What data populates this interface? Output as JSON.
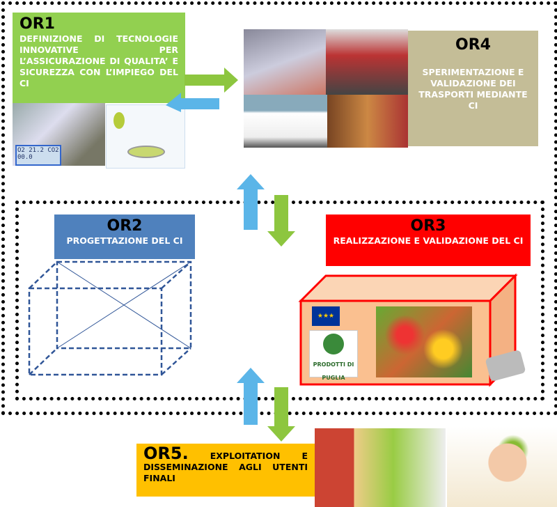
{
  "or1": {
    "title": "OR1",
    "text": "DEFINIZIONE DI TECNOLOGIE INNOVATIVE PER L’ASSICURAZIONE DI QUALITA’ E SICUREZZA CON L’IMPIEGO DEL CI",
    "sensor_readout": "O2 21.2 CO2 00.0"
  },
  "or2": {
    "title": "OR2",
    "text": "PROGETTAZIONE DEL CI"
  },
  "or3": {
    "title": "OR3",
    "text": "REALIZZAZIONE E VALIDAZIONE DEL CI",
    "logo": "PRODOTTI DI PUGLIA"
  },
  "or4": {
    "title": "OR4",
    "text": "SPERIMENTAZIONE E VALIDAZIONE DEI TRASPORTI MEDIANTE CI"
  },
  "or5": {
    "title": "OR5.",
    "text": "EXPLOITATION E DISSEMINAZIONE AGLI UTENTI FINALI"
  },
  "colors": {
    "green": "#92d050",
    "blue": "#4f81bd",
    "red": "#ff0000",
    "tan": "#c4bd97",
    "yellow": "#ffc000",
    "arrow_blue": "#5bb5e8",
    "arrow_green": "#8dc63f"
  }
}
